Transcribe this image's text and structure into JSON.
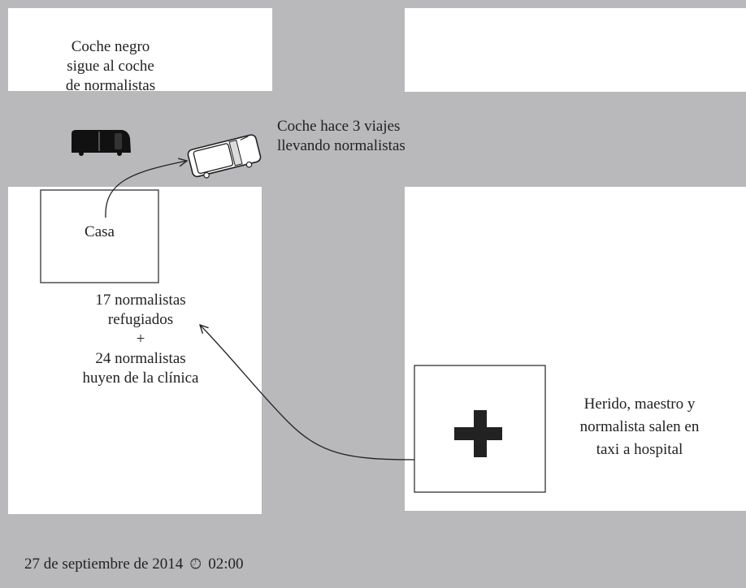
{
  "colors": {
    "street": "#b9b9bc",
    "block": "#ffffff",
    "text": "#222222"
  },
  "labels": {
    "black_car": [
      "Coche negro",
      "sigue al coche",
      "de normalistas"
    ],
    "car_trips": [
      "Coche hace 3 viajes",
      "llevando normalistas"
    ],
    "house": "Casa",
    "refugees": [
      "17 normalistas",
      "refugiados",
      "+",
      "24 normalistas",
      "huyen de la clínica"
    ],
    "hospital_exit": [
      "Herido, maestro y",
      "normalista salen en",
      "taxi a hospital"
    ]
  },
  "footer": {
    "date": "27 de septiembre de 2014",
    "time": "02:00",
    "clock_icon": "clock-icon"
  },
  "icons": {
    "black_car": "black-car-icon",
    "white_car": "white-car-icon",
    "clinic": "medical-cross-icon"
  }
}
